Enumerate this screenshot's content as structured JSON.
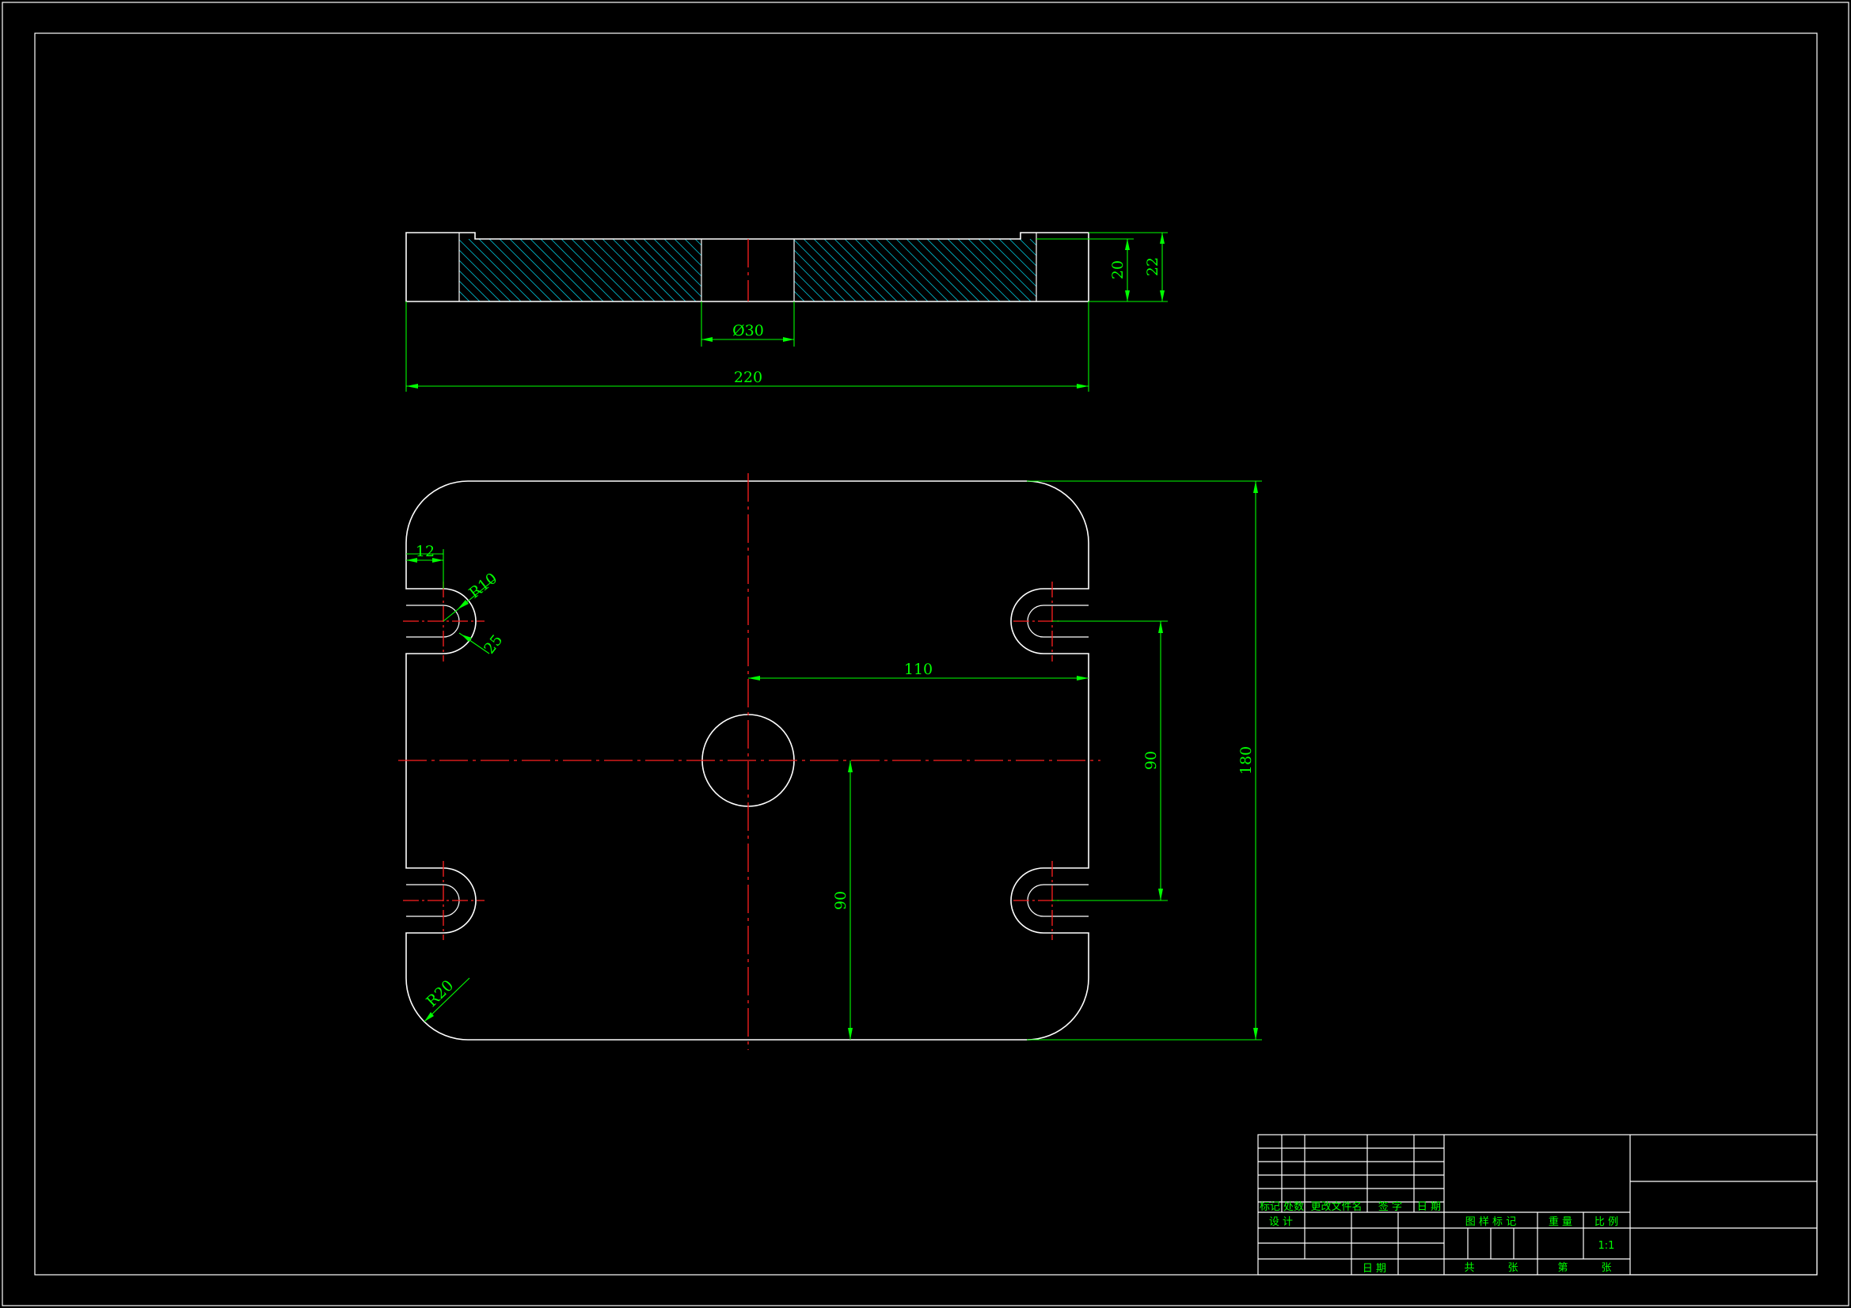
{
  "colors": {
    "background": "#000000",
    "outline": "#ffffff",
    "dimension": "#00ff00",
    "centerline": "#ff2020",
    "hatch": "#00b0c0"
  },
  "section_view": {
    "dim_bore": "Ø30",
    "dim_length": "220",
    "dim_depth": "20",
    "dim_thickness": "22"
  },
  "plan_view": {
    "dim_slot_offset": "12",
    "dim_slot_radius": "R10",
    "dim_slot_width": "25",
    "dim_half_width": "110",
    "dim_slot_spacing": "90",
    "dim_height": "180",
    "dim_half_height": "90",
    "dim_corner_radius": "R20"
  },
  "title_block": {
    "rev_mark": "标记",
    "rev_count": "处数",
    "rev_doc": "更改文件名",
    "rev_sign": "签 字",
    "rev_date": "日 期",
    "design": "设 计",
    "date": "日 期",
    "stage_mark": "图 样 标 记",
    "weight": "重 量",
    "scale": "比 例",
    "scale_value": "1:1",
    "total": "共",
    "sheets": "张",
    "sheet_no": "第",
    "sheet": "张"
  }
}
